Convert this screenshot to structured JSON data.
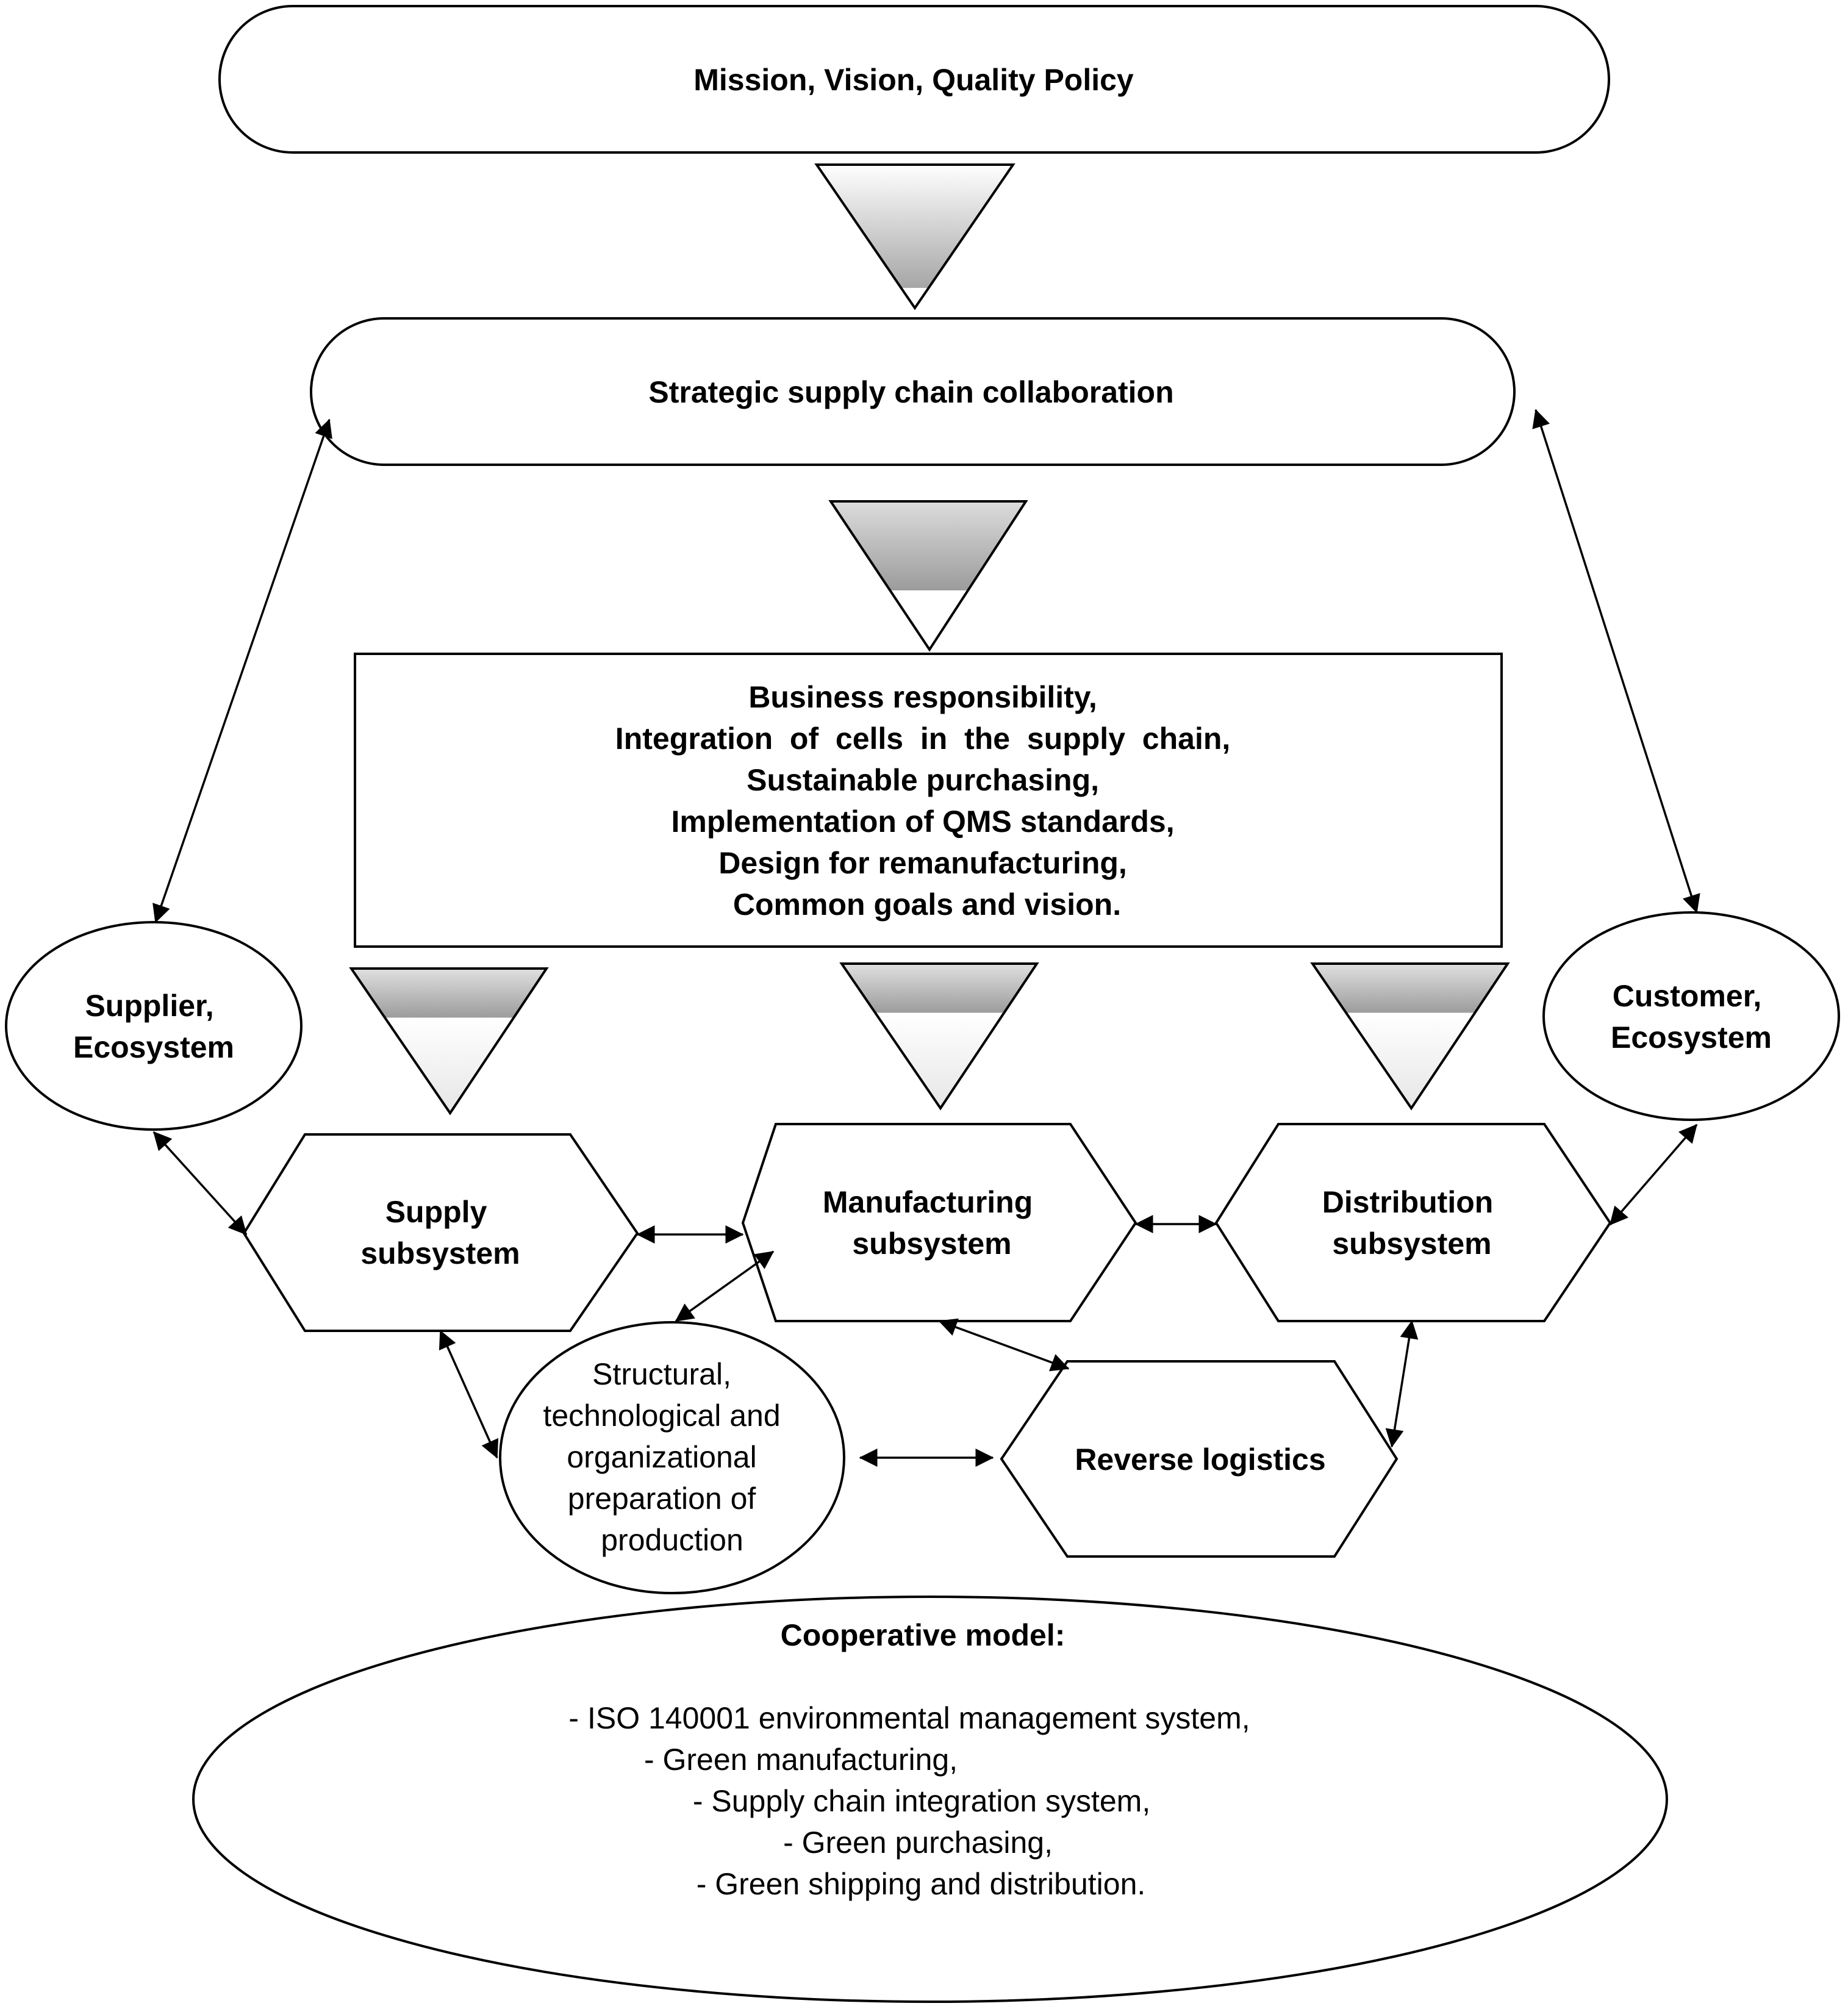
{
  "diagram": {
    "mission": "Mission, Vision, Quality Policy",
    "strategic": "Strategic supply chain collaboration",
    "business_lines": [
      "Business responsibility,",
      "Integration  of  cells  in  the  supply  chain,",
      "Sustainable purchasing,",
      "Implementation of QMS standards,",
      "Design for remanufacturing,",
      "Common goals and vision."
    ],
    "supplier_lines": [
      "Supplier,",
      "Ecosystem"
    ],
    "customer_lines": [
      "Customer,",
      "Ecosystem"
    ],
    "supply_lines": [
      "Supply",
      "subsystem"
    ],
    "manufacturing_lines": [
      "Manufacturing",
      "subsystem"
    ],
    "distribution_lines": [
      "Distribution",
      "subsystem"
    ],
    "structural_lines": [
      "Structural,",
      "technological and",
      "organizational",
      "preparation of",
      "production"
    ],
    "reverse": "Reverse logistics",
    "cooperative_title": "Cooperative model:",
    "cooperative_lines": [
      "- ISO 140001 environmental management system,",
      "- Green manufacturing,",
      "- Supply chain integration system,",
      "- Green purchasing,",
      "- Green shipping and distribution."
    ]
  },
  "colors": {
    "stroke": "#000000",
    "fill": "#ffffff",
    "funnel_gradient_dark": "#9a9a9a",
    "funnel_gradient_light": "#ffffff"
  }
}
